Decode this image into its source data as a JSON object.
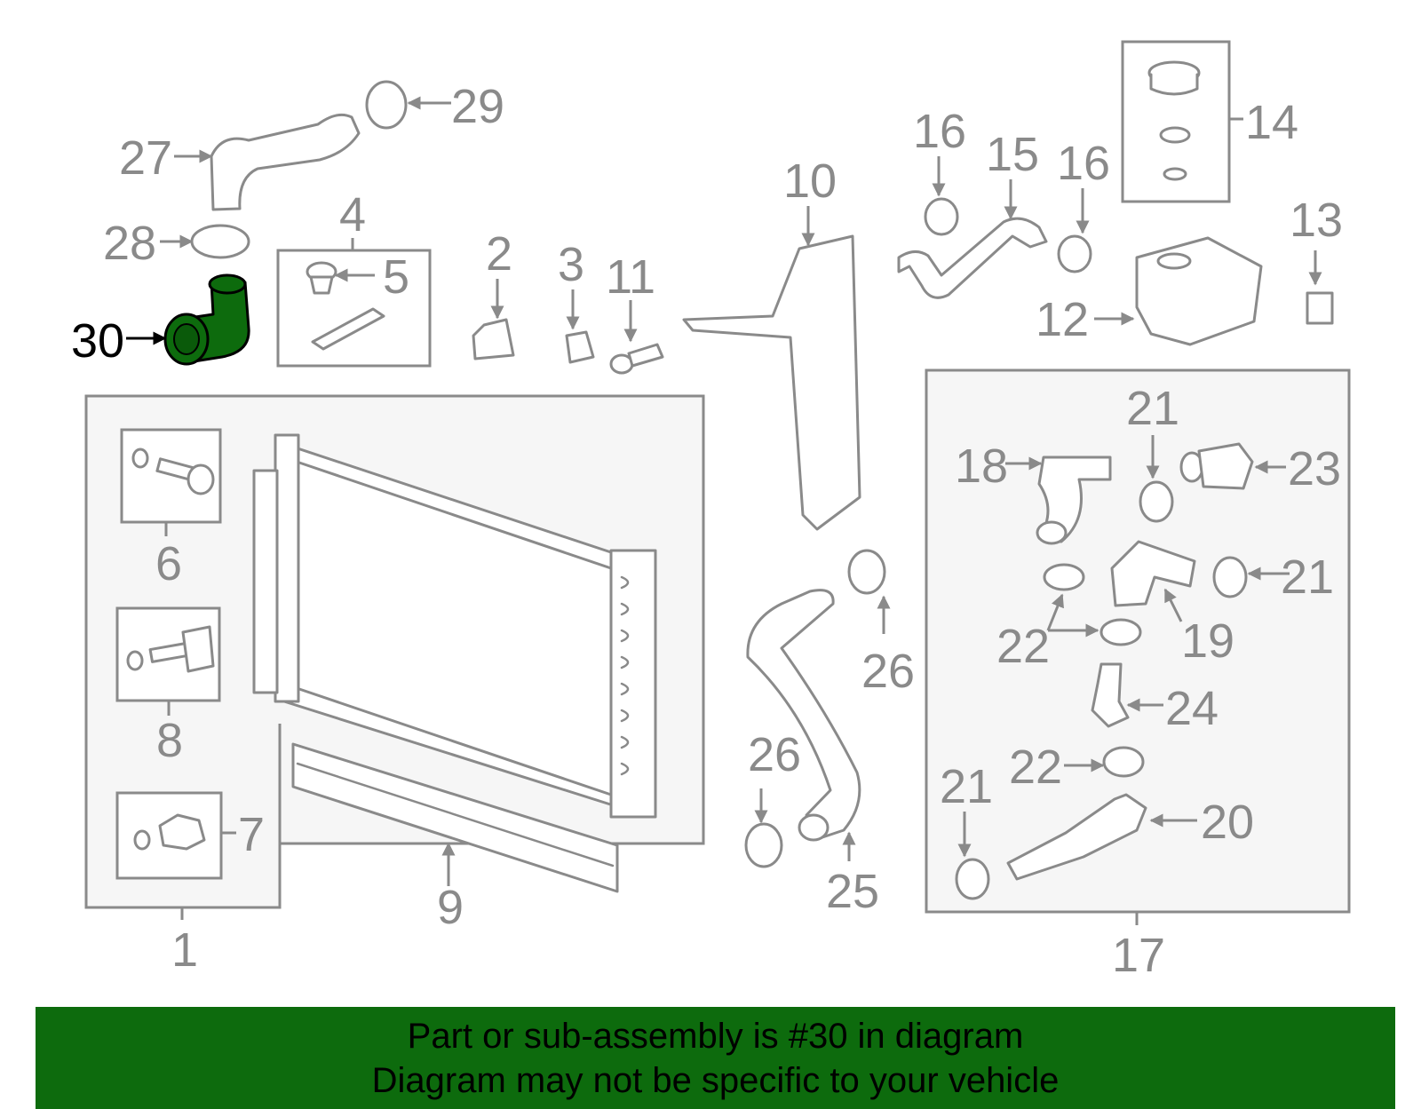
{
  "highlight_color": "#0d6b0d",
  "diagram": {
    "callouts": {
      "n1": "1",
      "n2": "2",
      "n3": "3",
      "n4": "4",
      "n5": "5",
      "n6": "6",
      "n7": "7",
      "n8": "8",
      "n9": "9",
      "n10": "10",
      "n11": "11",
      "n12": "12",
      "n13": "13",
      "n14": "14",
      "n15": "15",
      "n16a": "16",
      "n16b": "16",
      "n17": "17",
      "n18": "18",
      "n19": "19",
      "n20": "20",
      "n21a": "21",
      "n21b": "21",
      "n21c": "21",
      "n22a": "22",
      "n22b": "22",
      "n23": "23",
      "n24": "24",
      "n25": "25",
      "n26a": "26",
      "n26b": "26",
      "n27": "27",
      "n28": "28",
      "n29": "29",
      "n30": "30"
    },
    "highlighted_part": "30"
  },
  "banner": {
    "line1": "Part or sub-assembly is #30 in diagram",
    "line2": "Diagram may not be specific to your vehicle"
  }
}
